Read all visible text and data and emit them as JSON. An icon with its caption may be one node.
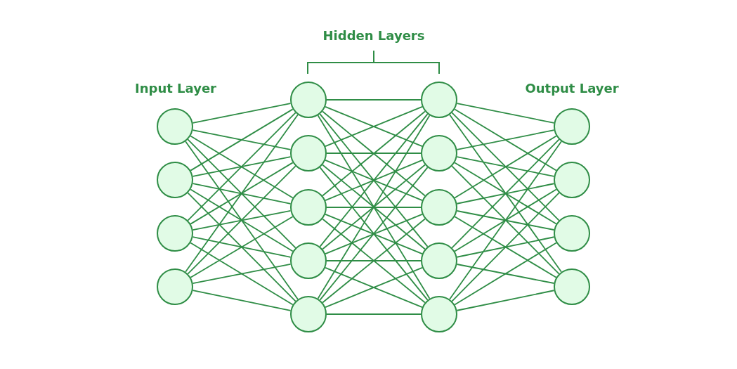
{
  "diagram": {
    "nodes": [
      {
        "text": [],
        "shape": "circle"
      },
      {
        "text": [],
        "shape": "circle"
      },
      {
        "text": [],
        "shape": "circle"
      },
      {
        "text": [],
        "shape": "circle"
      },
      {
        "text": [],
        "shape": "circle"
      },
      {
        "text": [],
        "shape": "circle"
      },
      {
        "text": [],
        "shape": "circle"
      },
      {
        "text": [],
        "shape": "circle"
      },
      {
        "text": [],
        "shape": "circle"
      },
      {
        "text": [],
        "shape": "circle"
      },
      {
        "text": [],
        "shape": "circle"
      },
      {
        "text": [],
        "shape": "circle"
      },
      {
        "text": [],
        "shape": "circle"
      },
      {
        "text": [],
        "shape": "circle"
      },
      {
        "text": [],
        "shape": "circle"
      },
      {
        "text": [],
        "shape": "circle"
      },
      {
        "text": [],
        "shape": "circle"
      },
      {
        "text": [],
        "shape": "circle"
      }
    ],
    "edges": [
      {
        "from": 0,
        "to": 4,
        "arrow": "none"
      },
      {
        "from": 0,
        "to": 5,
        "arrow": "none"
      },
      {
        "from": 0,
        "to": 6,
        "arrow": "none"
      },
      {
        "from": 0,
        "to": 7,
        "arrow": "none"
      },
      {
        "from": 0,
        "to": 8,
        "arrow": "none"
      },
      {
        "from": 1,
        "to": 4,
        "arrow": "none"
      },
      {
        "from": 1,
        "to": 5,
        "arrow": "none"
      },
      {
        "from": 1,
        "to": 6,
        "arrow": "none"
      },
      {
        "from": 1,
        "to": 7,
        "arrow": "none"
      },
      {
        "from": 1,
        "to": 8,
        "arrow": "none"
      },
      {
        "from": 2,
        "to": 4,
        "arrow": "none"
      },
      {
        "from": 2,
        "to": 5,
        "arrow": "none"
      },
      {
        "from": 2,
        "to": 6,
        "arrow": "none"
      },
      {
        "from": 2,
        "to": 7,
        "arrow": "none"
      },
      {
        "from": 2,
        "to": 8,
        "arrow": "none"
      },
      {
        "from": 3,
        "to": 4,
        "arrow": "none"
      },
      {
        "from": 3,
        "to": 5,
        "arrow": "none"
      },
      {
        "from": 3,
        "to": 6,
        "arrow": "none"
      },
      {
        "from": 3,
        "to": 7,
        "arrow": "none"
      },
      {
        "from": 3,
        "to": 8,
        "arrow": "none"
      },
      {
        "from": 4,
        "to": 9,
        "arrow": "none"
      },
      {
        "from": 4,
        "to": 10,
        "arrow": "none"
      },
      {
        "from": 4,
        "to": 11,
        "arrow": "none"
      },
      {
        "from": 4,
        "to": 12,
        "arrow": "none"
      },
      {
        "from": 4,
        "to": 13,
        "arrow": "none"
      },
      {
        "from": 5,
        "to": 9,
        "arrow": "none"
      },
      {
        "from": 5,
        "to": 10,
        "arrow": "none"
      },
      {
        "from": 5,
        "to": 11,
        "arrow": "none"
      },
      {
        "from": 5,
        "to": 12,
        "arrow": "none"
      },
      {
        "from": 5,
        "to": 13,
        "arrow": "none"
      },
      {
        "from": 6,
        "to": 9,
        "arrow": "none"
      },
      {
        "from": 6,
        "to": 10,
        "arrow": "none"
      },
      {
        "from": 6,
        "to": 11,
        "arrow": "none"
      },
      {
        "from": 6,
        "to": 12,
        "arrow": "none"
      },
      {
        "from": 6,
        "to": 13,
        "arrow": "none"
      },
      {
        "from": 7,
        "to": 9,
        "arrow": "none"
      },
      {
        "from": 7,
        "to": 10,
        "arrow": "none"
      },
      {
        "from": 7,
        "to": 11,
        "arrow": "none"
      },
      {
        "from": 7,
        "to": 12,
        "arrow": "none"
      },
      {
        "from": 7,
        "to": 13,
        "arrow": "none"
      },
      {
        "from": 8,
        "to": 9,
        "arrow": "none"
      },
      {
        "from": 8,
        "to": 10,
        "arrow": "none"
      },
      {
        "from": 8,
        "to": 11,
        "arrow": "none"
      },
      {
        "from": 8,
        "to": 12,
        "arrow": "none"
      },
      {
        "from": 8,
        "to": 13,
        "arrow": "none"
      },
      {
        "from": 9,
        "to": 14,
        "arrow": "none"
      },
      {
        "from": 9,
        "to": 15,
        "arrow": "none"
      },
      {
        "from": 9,
        "to": 16,
        "arrow": "none"
      },
      {
        "from": 9,
        "to": 17,
        "arrow": "none"
      },
      {
        "from": 10,
        "to": 14,
        "arrow": "none"
      },
      {
        "from": 10,
        "to": 15,
        "arrow": "none"
      },
      {
        "from": 10,
        "to": 16,
        "arrow": "none"
      },
      {
        "from": 10,
        "to": 17,
        "arrow": "none"
      },
      {
        "from": 11,
        "to": 14,
        "arrow": "none"
      },
      {
        "from": 11,
        "to": 15,
        "arrow": "none"
      },
      {
        "from": 11,
        "to": 16,
        "arrow": "none"
      },
      {
        "from": 11,
        "to": 17,
        "arrow": "none"
      },
      {
        "from": 12,
        "to": 14,
        "arrow": "none"
      },
      {
        "from": 12,
        "to": 15,
        "arrow": "none"
      },
      {
        "from": 12,
        "to": 16,
        "arrow": "none"
      },
      {
        "from": 12,
        "to": 17,
        "arrow": "none"
      },
      {
        "from": 13,
        "to": 14,
        "arrow": "none"
      },
      {
        "from": 13,
        "to": 15,
        "arrow": "none"
      },
      {
        "from": 13,
        "to": 16,
        "arrow": "none"
      },
      {
        "from": 13,
        "to": 17,
        "arrow": "none"
      }
    ],
    "labels": [
      "Hidden Layers",
      "Input Layer",
      "Output Layer"
    ]
  }
}
